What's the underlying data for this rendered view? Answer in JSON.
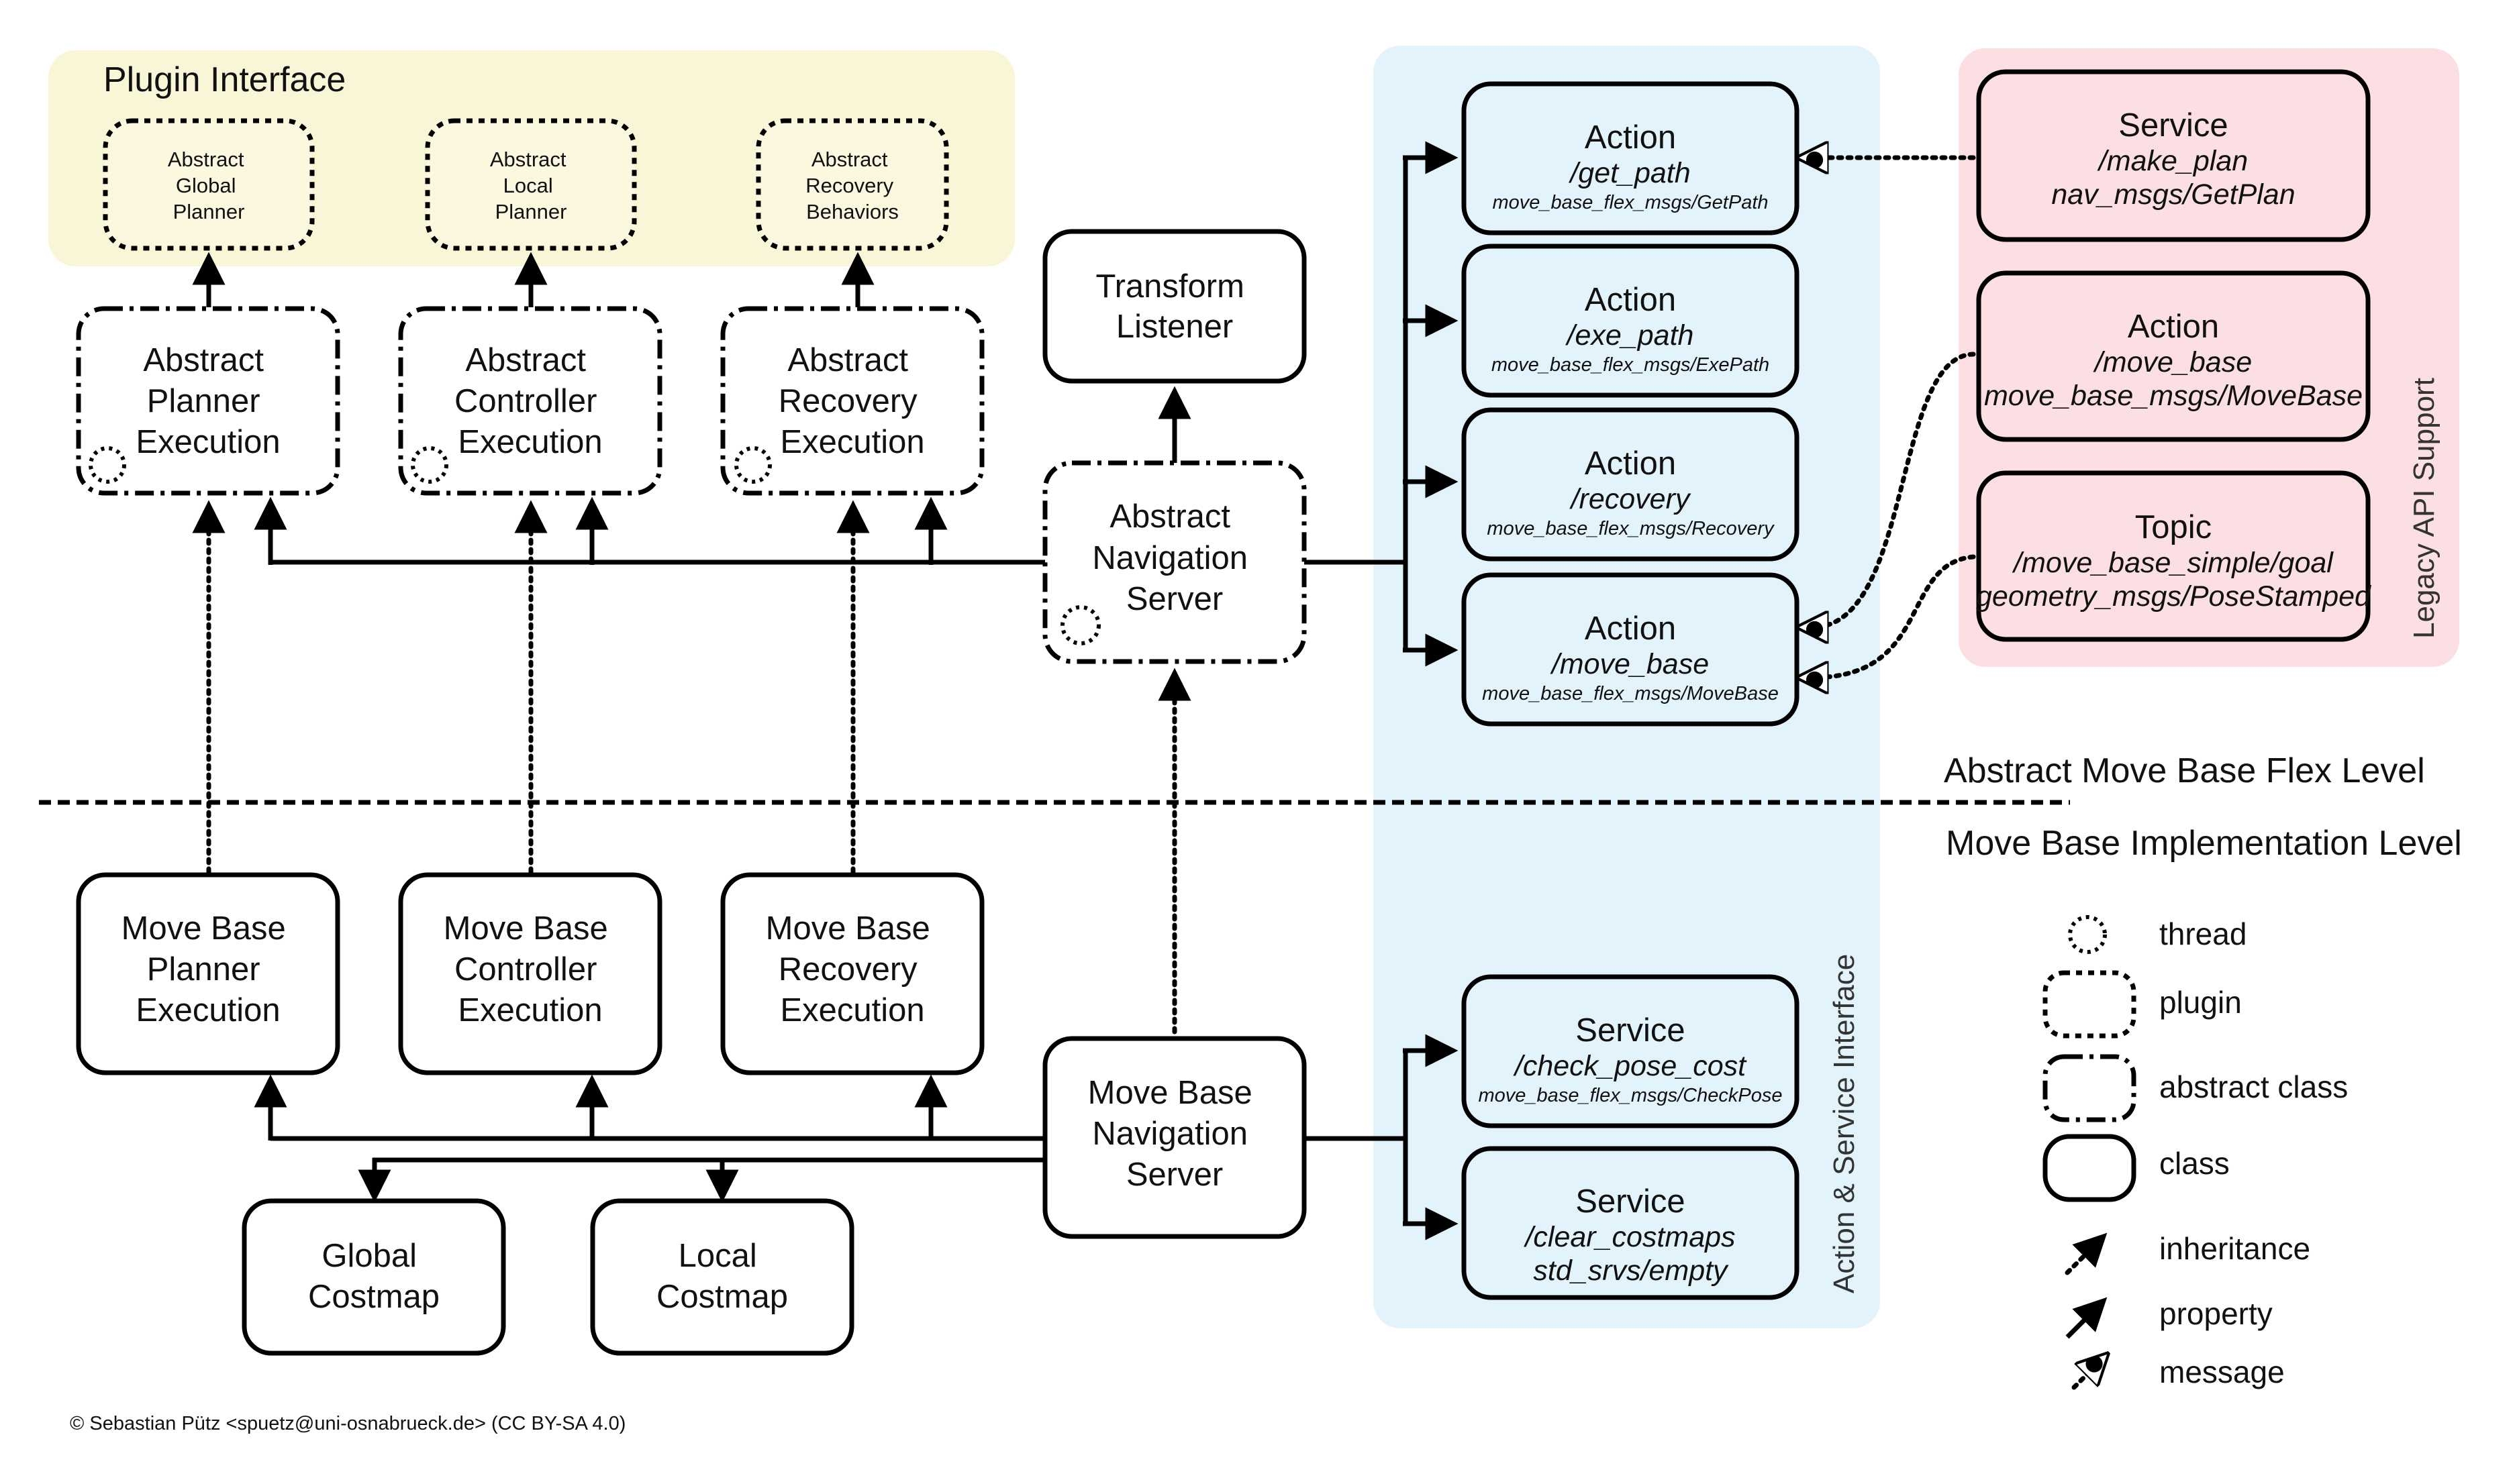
{
  "colors": {
    "plugin_region": "#f9f6d8",
    "action_region": "#e2f3fc",
    "legacy_region": "#fbdfe2",
    "action_box": "#e2f3fc",
    "legacy_box": "#fbdfe2",
    "line": "#000000"
  },
  "regions": {
    "plugin_interface": "Plugin Interface",
    "action_service_interface": "Action & Service Interface",
    "legacy_api_support": "Legacy API Support"
  },
  "levels": {
    "abstract": "Abstract Move Base Flex Level",
    "implementation": "Move Base Implementation Level"
  },
  "plugins": [
    [
      "Abstract",
      "Global",
      "Planner"
    ],
    [
      "Abstract",
      "Local",
      "Planner"
    ],
    [
      "Abstract",
      "Recovery",
      "Behaviors"
    ]
  ],
  "abstract_executions": [
    [
      "Abstract",
      "Planner",
      "Execution"
    ],
    [
      "Abstract",
      "Controller",
      "Execution"
    ],
    [
      "Abstract",
      "Recovery",
      "Execution"
    ]
  ],
  "transform_listener": [
    "Transform",
    "Listener"
  ],
  "abstract_nav_server": [
    "Abstract",
    "Navigation",
    "Server"
  ],
  "mb_executions": [
    [
      "Move Base",
      "Planner",
      "Execution"
    ],
    [
      "Move Base",
      "Controller",
      "Execution"
    ],
    [
      "Move Base",
      "Recovery",
      "Execution"
    ]
  ],
  "mb_nav_server": [
    "Move Base",
    "Navigation",
    "Server"
  ],
  "costmaps": [
    [
      "Global",
      "Costmap"
    ],
    [
      "Local",
      "Costmap"
    ]
  ],
  "actions": [
    {
      "kind": "Action",
      "name": "/get_path",
      "type": "move_base_flex_msgs/GetPath"
    },
    {
      "kind": "Action",
      "name": "/exe_path",
      "type": "move_base_flex_msgs/ExePath"
    },
    {
      "kind": "Action",
      "name": "/recovery",
      "type": "move_base_flex_msgs/Recovery"
    },
    {
      "kind": "Action",
      "name": "/move_base",
      "type": "move_base_flex_msgs/MoveBase"
    }
  ],
  "services": [
    {
      "kind": "Service",
      "name": "/check_pose_cost",
      "type": "move_base_flex_msgs/CheckPose"
    },
    {
      "kind": "Service",
      "name": "/clear_costmaps",
      "type": "std_srvs/empty"
    }
  ],
  "legacy": [
    {
      "kind": "Service",
      "name": "/make_plan",
      "type": "nav_msgs/GetPlan"
    },
    {
      "kind": "Action",
      "name": "/move_base",
      "type": "move_base_msgs/MoveBase"
    },
    {
      "kind": "Topic",
      "name": "/move_base_simple/goal",
      "type": "geometry_msgs/PoseStamped"
    }
  ],
  "legend": {
    "thread": "thread",
    "plugin": "plugin",
    "abstract_class": "abstract class",
    "class": "class",
    "inheritance": "inheritance",
    "property": "property",
    "message": "message"
  },
  "copyright": "© Sebastian Pütz <spuetz@uni-osnabrueck.de> (CC BY-SA 4.0)"
}
